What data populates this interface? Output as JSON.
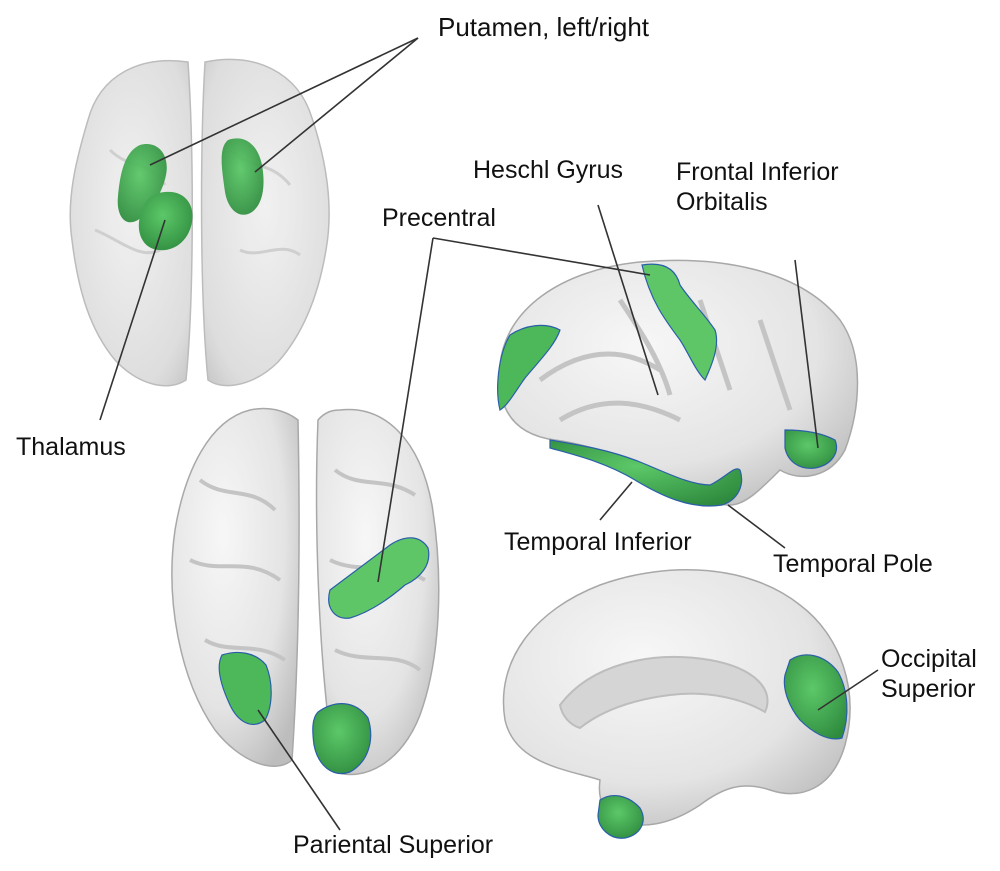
{
  "labels": {
    "putamen": "Putamen, left/right",
    "thalamus": "Thalamus",
    "heschl": "Heschl Gyrus",
    "frontal_inferior": [
      "Frontal Inferior",
      "Orbitalis"
    ],
    "precentral": "Precentral",
    "temporal_inferior": "Temporal Inferior",
    "temporal_pole": "Temporal Pole",
    "occipital_superior": [
      "Occipital",
      "Superior"
    ],
    "parietal_superior": "Pariental Superior"
  },
  "colors": {
    "region_fill": "#4cb85a",
    "region_dark": "#2e8a3e",
    "region_outline": "#2a5fa8",
    "cortex": "#e9e9e9",
    "cortex_shadow": "#bdbdbd",
    "glass_brain": "#dcdcdc",
    "leader_line": "#333333"
  }
}
